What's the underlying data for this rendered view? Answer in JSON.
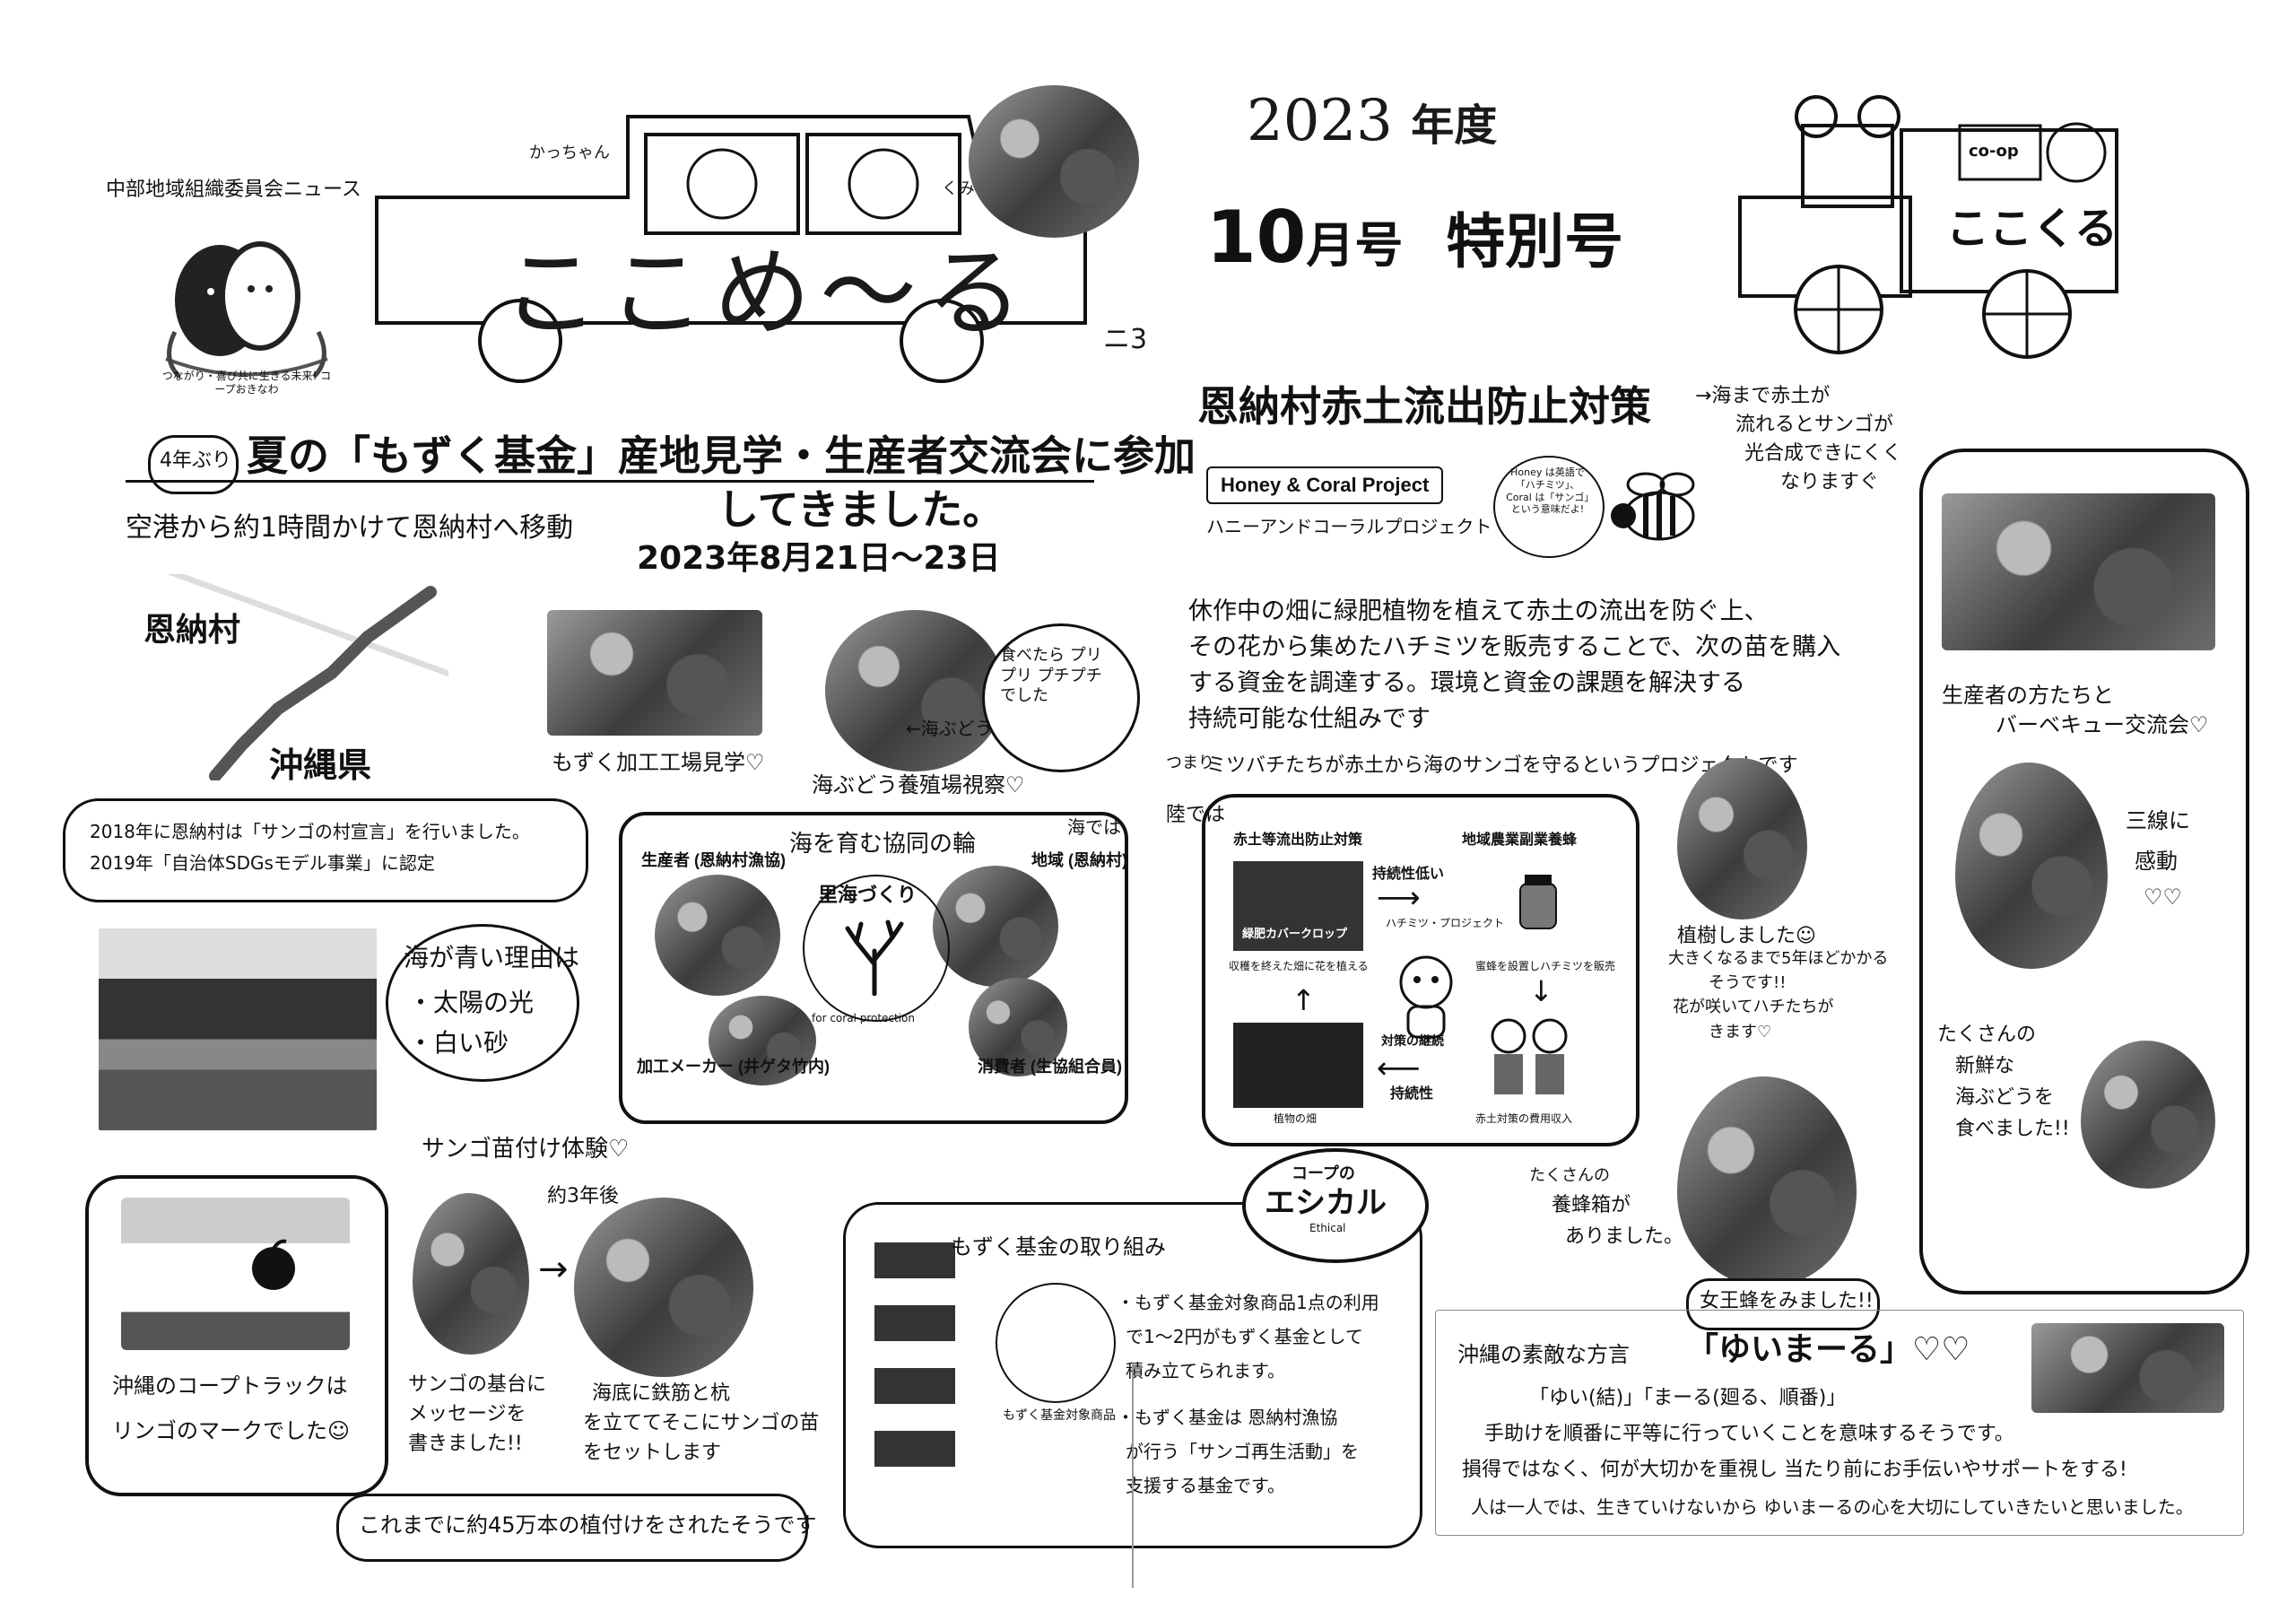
{
  "header": {
    "org": "中部地域組織委員会ニュース",
    "logo_caption": "つながり・喜び共に生きる未来! コープおきなわ",
    "title": "ここめ～る",
    "name_left": "かっちゃん",
    "name_right": "くみちゃん",
    "ears_mark": "ニ3",
    "year": "2023",
    "year_suffix": "年度",
    "issue_number": "10",
    "issue_suffix": "月号",
    "issue_special": "特別号",
    "truck_logo": "ここくる",
    "truck_sign": "co-op"
  },
  "left": {
    "badge": "4年ぶり",
    "headline_1": "夏の「もずく基金」産地見学・生産者交流会に参加",
    "headline_2": "してきました。",
    "date": "2023年8月21日～23日",
    "travel": "空港から約1時間かけて恩納村へ移動",
    "map_village": "恩納村",
    "map_pref": "沖縄県",
    "mozuku_factory": "もずく加工工場見学♡",
    "umibudo_label": "←海ぶどう",
    "umibudo_farm": "海ぶどう養殖場視察♡",
    "taste_bubble": "食べたら プリプリ プチプチ でした",
    "declaration_1": "2018年に恩納村は「サンゴの村宣言」を行いました。",
    "declaration_2": "2019年「自治体SDGsモデル事業」に認定",
    "blue_title": "海が青い理由は",
    "blue_1": "・太陽の光",
    "blue_2": "・白い砂",
    "ring_title": "海を育む協同の輪",
    "ring_note": "海では",
    "ring_producer": "生産者 (恩納村漁協)",
    "ring_region": "地域 (恩納村)",
    "ring_center": "里海づくり",
    "ring_maker": "加工メーカー (井ゲタ竹内)",
    "ring_consumer": "消費者 (生協組合員)",
    "ring_coral": "for coral protection",
    "coral_exp": "サンゴ苗付け体験♡",
    "coral_years": "約3年後",
    "truck_caption_1": "沖縄のコープトラックは",
    "truck_caption_2": "リンゴのマークでした☺",
    "coral_base_1": "サンゴの基台に",
    "coral_base_2": "メッセージを",
    "coral_base_3": "書きました!!",
    "seabed_1": "海底に鉄筋と杭",
    "seabed_2": "を立ててそこにサンゴの苗",
    "seabed_3": "をセットします",
    "planted": "これまでに約45万本の植付けをされたそうです",
    "coop_logo_title": "コープの",
    "coop_logo_big": "エシカル",
    "coop_logo_sub": "Ethical",
    "fund_title": "もずく基金の取り組み",
    "fund_1": "・もずく基金対象商品1点の利用",
    "fund_2": "で1～2円がもずく基金として",
    "fund_3": "積み立てられます。",
    "fund_4": "・もずく基金は 恩納村漁協",
    "fund_5": "が行う「サンゴ再生活動」を",
    "fund_6": "支援する基金です。",
    "fund_badge": "もずく基金対象商品"
  },
  "right": {
    "topic": "恩納村赤土流出防止対策",
    "topic_note_1": "→海まで赤土が",
    "topic_note_2": "流れるとサンゴが",
    "topic_note_3": "光合成できにくく",
    "topic_note_4": "なりますぐ",
    "project_name": "Honey & Coral Project",
    "project_kana": "ハニーアンドコーラルプロジェクト",
    "bee_bubble": "Honey は英語で「ハチミツ」、Coral は「サンゴ」という意味だよ!",
    "desc_1": "休作中の畑に緑肥植物を植えて赤土の流出を防ぐ上、",
    "desc_2": "その花から集めたハチミツを販売することで、次の苗を購入",
    "desc_3": "する資金を調達する。環境と資金の課題を解決する",
    "desc_4": "持続可能な仕組みです",
    "bee_note_prefix": "つまり",
    "bee_note": "ミツバチたちが赤土から海のサンゴを守るというプロジェクトです",
    "land_note": "陸では",
    "diag_left_title": "赤土等流出防止対策",
    "diag_right_title": "地域農業副業養蜂",
    "diag_low": "持続性低い",
    "diag_honey": "ハチミツ・プロジェクト",
    "diag_photo_label": "緑肥カバークロップ",
    "diag_flower": "収穫を終えた畑に花を植える",
    "diag_sell": "蜜蜂を設置しハチミツを販売",
    "diag_keep": "対策の継続",
    "diag_sustain": "持続性",
    "diag_field": "植物の畑",
    "diag_income": "赤土対策の費用収入",
    "planted_1": "植樹しました☺",
    "planted_2": "大きくなるまで5年ほどかかる",
    "planted_3": "そうです!!",
    "planted_4": "花が咲いてハチたちが",
    "planted_5": "きます♡",
    "bee_box_1": "たくさんの",
    "bee_box_2": "養蜂箱が",
    "bee_box_3": "ありました。",
    "queen": "女王蜂をみました!!",
    "bbq_1": "生産者の方たちと",
    "bbq_2": "バーベキュー交流会♡",
    "sanshin_1": "三線に",
    "sanshin_2": "感動",
    "sanshin_3": "♡♡",
    "umibudo_1": "たくさんの",
    "umibudo_2": "新鮮な",
    "umibudo_3": "海ぶどうを",
    "umibudo_4": "食べました!!",
    "dialect_prefix": "沖縄の素敵な方言",
    "dialect_word": "「ゆいまーる」♡♡",
    "dialect_meaning": "「ゆい(結)」「まーる(廻る、順番)」",
    "dialect_1": "手助けを順番に平等に行っていくことを意味するそうです。",
    "dialect_2": "損得ではなく、何が大切かを重視し 当たり前にお手伝いやサポートをする!",
    "dialect_3": "人は一人では、生きていけないから ゆいまーるの心を大切にしていきたいと思いました。"
  }
}
